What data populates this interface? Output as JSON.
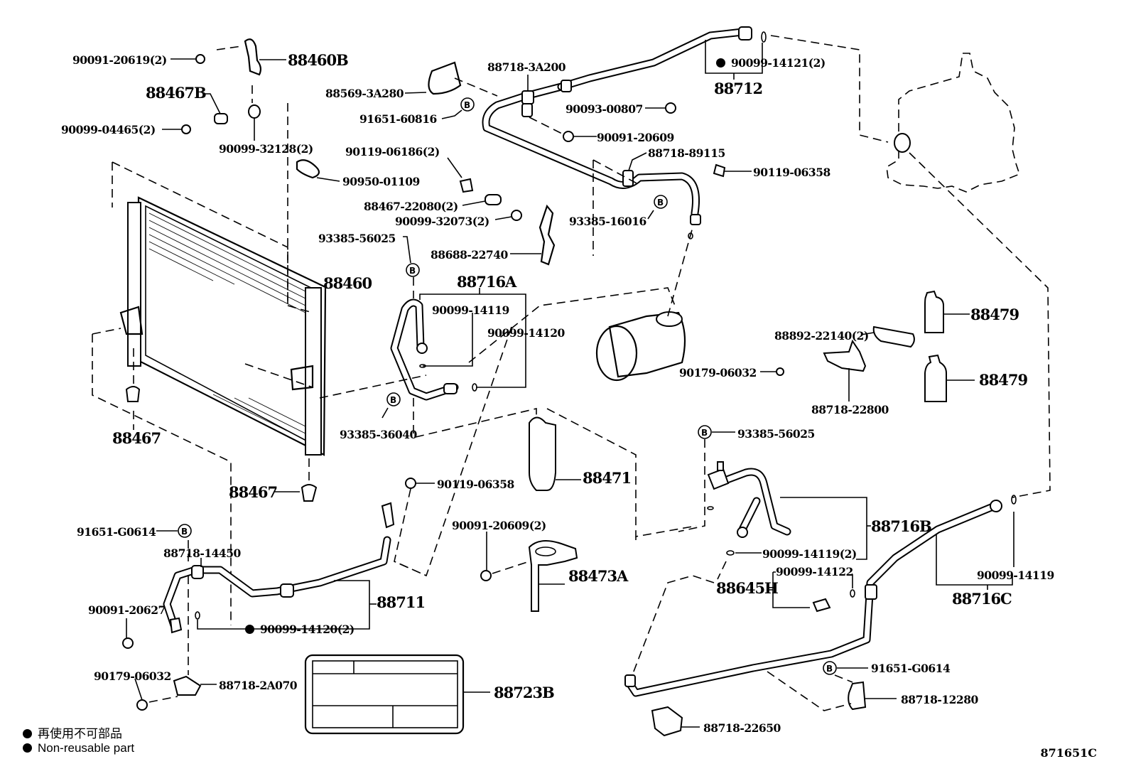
{
  "diagram": {
    "title": "Air conditioner tube & condenser parts diagram",
    "catalog_number": "871651C",
    "legend": {
      "symbol": "filled-circle",
      "text_jp": "再使用不可部品",
      "text_en": "Non-reusable part"
    },
    "labels": {
      "p90091_20619": "90091-20619(2)",
      "p88460B": "88460B",
      "p88467B": "88467B",
      "p90099_04465": "90099-04465(2)",
      "p90099_32128": "90099-32128(2)",
      "p90950_01109": "90950-01109",
      "p88460": "88460",
      "p88467_top": "88467",
      "p88467_bottom": "88467",
      "p88569_3A280": "88569-3A280",
      "p91651_60816": "91651-60816",
      "p88718_3A200": "88718-3A200",
      "p90093_00807": "90093-00807",
      "p90091_20609": "90091-20609",
      "p90119_06186": "90119-06186(2)",
      "p88467_22080": "88467-22080(2)",
      "p90099_32073": "90099-32073(2)",
      "p93385_56025_a": "93385-56025",
      "p88688_22740": "88688-22740",
      "p88718_89115": "88718-89115",
      "p90119_06358_a": "90119-06358",
      "p93385_16016": "93385-16016",
      "p90099_14121": "90099-14121(2)",
      "p88712": "88712",
      "p88716A": "88716A",
      "p90099_14119_a": "90099-14119",
      "p90099_14120_a": "90099-14120",
      "p93385_36040": "93385-36040",
      "p88479_a": "88479",
      "p88479_b": "88479",
      "p88892_22140": "88892-22140(2)",
      "p90179_06032_a": "90179-06032",
      "p88718_22800": "88718-22800",
      "p93385_56025_b": "93385-56025",
      "p88471": "88471",
      "p90119_06358_b": "90119-06358",
      "p90091_20609_2": "90091-20609(2)",
      "p88473A": "88473A",
      "p88716B": "88716B",
      "p90099_14119_2": "90099-14119(2)",
      "p88645H": "88645H",
      "p90099_14122": "90099-14122",
      "p90099_14119_b": "90099-14119",
      "p88716C": "88716C",
      "p91651_G0614_a": "91651-G0614",
      "p88718_14450": "88718-14450",
      "p90091_20627": "90091-20627",
      "p88711": "88711",
      "p90099_14120_2": "90099-14120(2)",
      "p90179_06032_b": "90179-06032",
      "p88718_2A070": "88718-2A070",
      "p88723B": "88723B",
      "p91651_G0614_b": "91651-G0614",
      "p88718_12280": "88718-12280",
      "p88718_22650": "88718-22650"
    },
    "symbols": {
      "bolt_marker": "B"
    }
  }
}
